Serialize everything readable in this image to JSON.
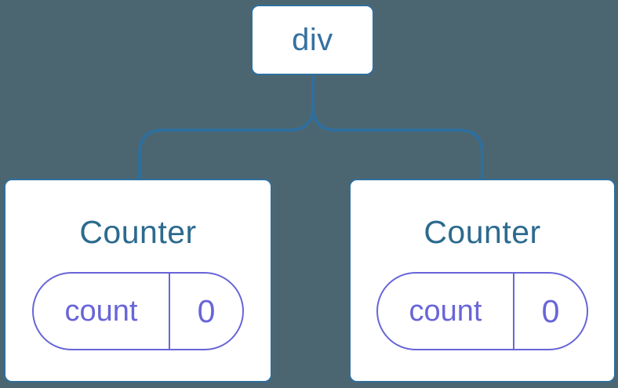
{
  "colors": {
    "background": "#4C6671",
    "node_border": "#2F6F9D",
    "node_fill": "#FFFFFF",
    "root_label_text": "#35719F",
    "counter_title_text": "#2C6A8E",
    "state_accent": "#6865D9"
  },
  "tree": {
    "root": {
      "label": "div"
    },
    "children": [
      {
        "title": "Counter",
        "state": {
          "key": "count",
          "value": "0"
        }
      },
      {
        "title": "Counter",
        "state": {
          "key": "count",
          "value": "0"
        }
      }
    ]
  }
}
